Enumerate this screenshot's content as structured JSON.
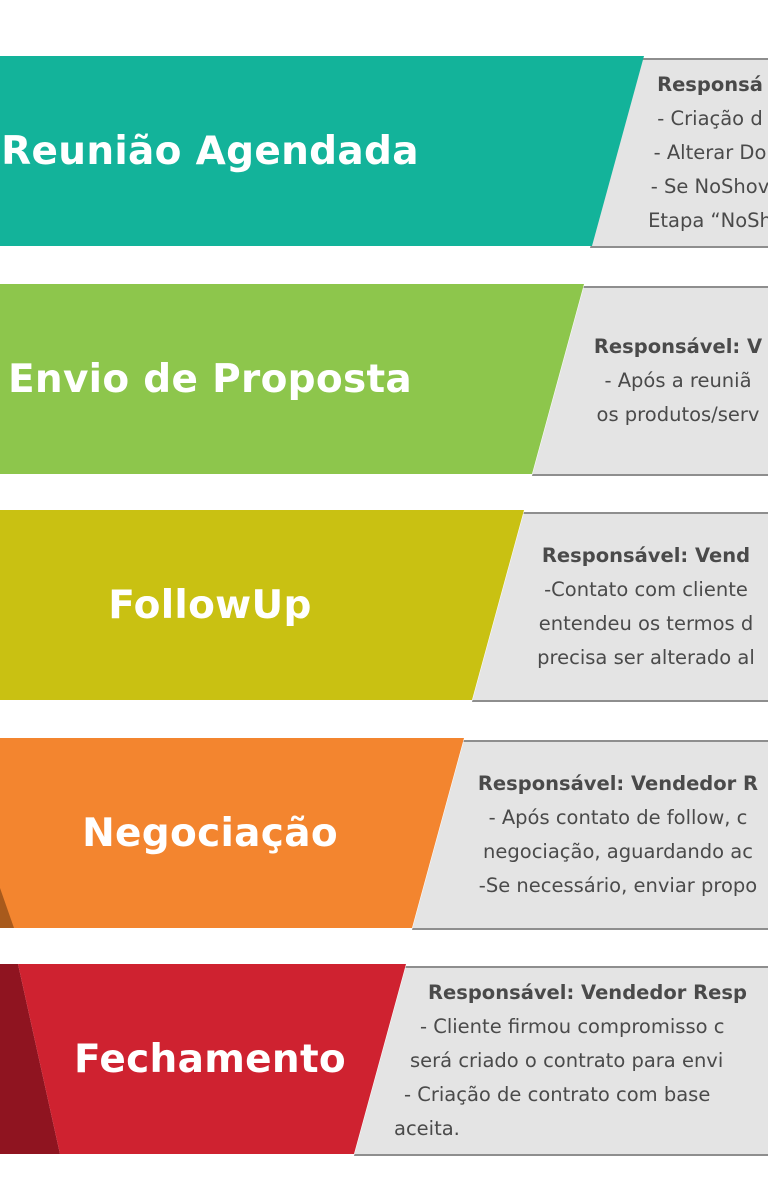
{
  "stages": [
    {
      "label": "Reunião Agendada",
      "color": "#13b39a",
      "title": "Responsá",
      "lines": [
        "- Criação d",
        "- Alterar Do",
        "- Se NoShov",
        "Etapa “NoSh"
      ]
    },
    {
      "label": "Envio de Proposta",
      "color": "#8dc64c",
      "title": "Responsável: V",
      "lines": [
        "- Após a reuniã",
        "os produtos/serv"
      ]
    },
    {
      "label": "FollowUp",
      "color": "#c9c112",
      "title": "Responsável: Vend",
      "lines": [
        "-Contato com cliente",
        "entendeu os termos d",
        "precisa ser alterado al"
      ]
    },
    {
      "label": "Negociação",
      "color": "#f3852f",
      "title": "Responsável: Vendedor R",
      "lines": [
        "- Após contato de follow, c",
        "negociação, aguardando ac",
        "-Se necessário, enviar propo"
      ]
    },
    {
      "label": "Fechamento",
      "color": "#cf2230",
      "title": "Responsável: Vendedor Resp",
      "lines": [
        "- Cliente firmou compromisso c",
        "será criado o contrato para envi",
        "- Criação de contrato com base",
        "aceita."
      ]
    }
  ]
}
